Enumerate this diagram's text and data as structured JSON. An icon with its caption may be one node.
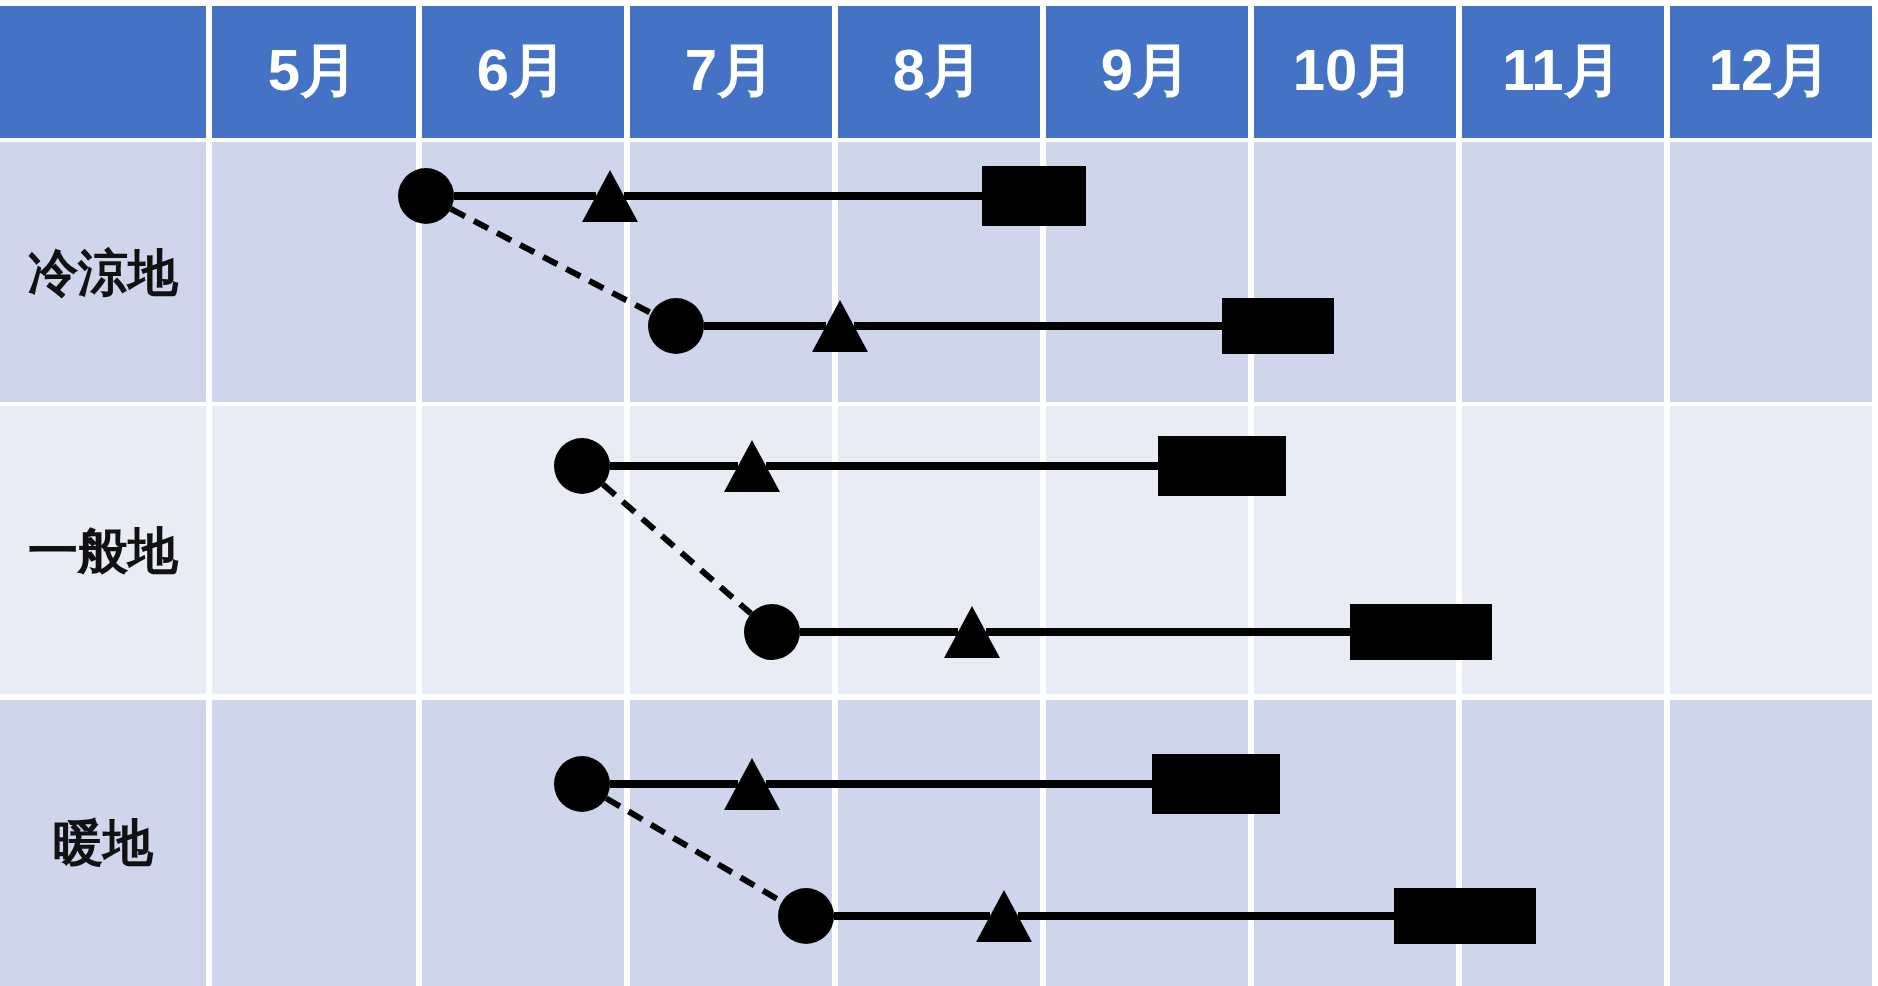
{
  "diagram": {
    "nodes": [
      {
        "text": [],
        "shape": "circle"
      },
      {
        "text": [],
        "shape": "triangle"
      },
      {
        "text": [],
        "shape": "bar"
      },
      {
        "text": [],
        "shape": "circle"
      },
      {
        "text": [],
        "shape": "triangle"
      },
      {
        "text": [],
        "shape": "bar"
      },
      {
        "text": [],
        "shape": "circle"
      },
      {
        "text": [],
        "shape": "triangle"
      },
      {
        "text": [],
        "shape": "bar"
      },
      {
        "text": [],
        "shape": "circle"
      },
      {
        "text": [],
        "shape": "triangle"
      },
      {
        "text": [],
        "shape": "bar"
      },
      {
        "text": [],
        "shape": "circle"
      },
      {
        "text": [],
        "shape": "triangle"
      },
      {
        "text": [],
        "shape": "bar"
      },
      {
        "text": [],
        "shape": "circle"
      },
      {
        "text": [],
        "shape": "triangle"
      },
      {
        "text": [],
        "shape": "bar"
      }
    ],
    "edges": [
      {
        "from": 0,
        "to": 1,
        "arrow": "none"
      },
      {
        "from": 1,
        "to": 2,
        "arrow": "none"
      },
      {
        "from": 0,
        "to": 3,
        "arrow": "none",
        "style": "dashed"
      },
      {
        "from": 3,
        "to": 4,
        "arrow": "none"
      },
      {
        "from": 4,
        "to": 5,
        "arrow": "none"
      },
      {
        "from": 6,
        "to": 7,
        "arrow": "none"
      },
      {
        "from": 7,
        "to": 8,
        "arrow": "none"
      },
      {
        "from": 6,
        "to": 9,
        "arrow": "none",
        "style": "dashed"
      },
      {
        "from": 9,
        "to": 10,
        "arrow": "none"
      },
      {
        "from": 10,
        "to": 11,
        "arrow": "none"
      },
      {
        "from": 12,
        "to": 13,
        "arrow": "none"
      },
      {
        "from": 13,
        "to": 14,
        "arrow": "none"
      },
      {
        "from": 12,
        "to": 15,
        "arrow": "none",
        "style": "dashed"
      },
      {
        "from": 15,
        "to": 16,
        "arrow": "none"
      },
      {
        "from": 16,
        "to": 17,
        "arrow": "none"
      }
    ],
    "labels": [
      "5月",
      "6月",
      "7月",
      "8月",
      "9月",
      "10月",
      "11月",
      "12月",
      "冷涼地",
      "一般地",
      "暖地"
    ]
  }
}
